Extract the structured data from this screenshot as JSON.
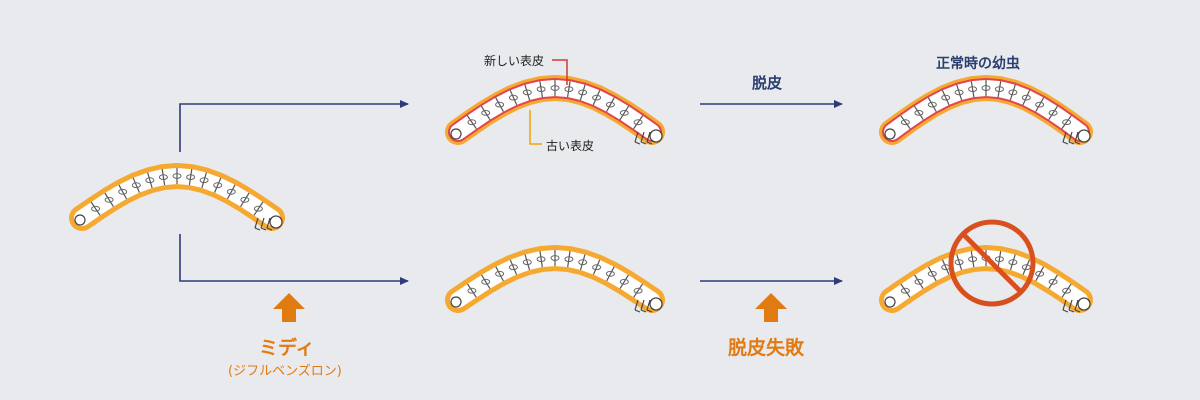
{
  "labels": {
    "new_cuticle": "新しい表皮",
    "old_cuticle": "古い表皮",
    "molting": "脱皮",
    "normal_larva": "正常時の幼虫",
    "midi": "ミディ",
    "midi_sub": "(ジフルベンズロン)",
    "molting_failure": "脱皮失敗"
  },
  "colors": {
    "arrow": "#2e3a7a",
    "orange_glow": "#f6a21c",
    "red_cuticle": "#e0474c",
    "accent_orange": "#e27a12",
    "forbidden": "#d9501f",
    "leader_red": "#d23a2e",
    "leader_orange": "#f0a500"
  },
  "icons": {
    "up_arrow": "up-arrow-icon",
    "prohibited": "prohibited-icon",
    "larva": "larva-icon"
  }
}
